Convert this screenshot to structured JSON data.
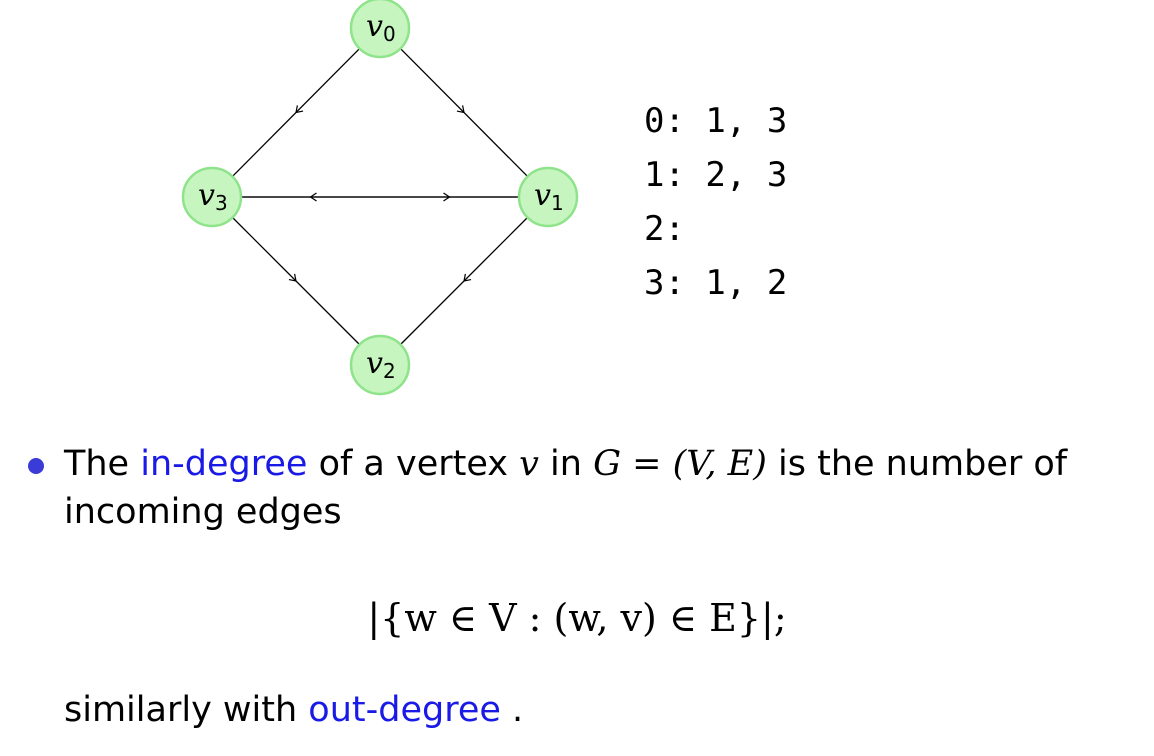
{
  "graph": {
    "nodes": [
      {
        "label": "v",
        "sub": "0"
      },
      {
        "label": "v",
        "sub": "1"
      },
      {
        "label": "v",
        "sub": "2"
      },
      {
        "label": "v",
        "sub": "3"
      }
    ],
    "edges": [
      {
        "from": 0,
        "to": 1
      },
      {
        "from": 0,
        "to": 3
      },
      {
        "from": 1,
        "to": 2
      },
      {
        "from": 1,
        "to": 3
      },
      {
        "from": 3,
        "to": 1
      },
      {
        "from": 3,
        "to": 2
      }
    ],
    "colors": {
      "node_fill": "#c6f5c0",
      "node_stroke": "#8fe38a",
      "edge": "#000000"
    }
  },
  "adjacency": [
    "0: 1, 3",
    "1: 2, 3",
    "2:",
    "3: 1, 2"
  ],
  "bullet": {
    "p1": "The ",
    "in_degree": "in-degree",
    "p2": " of a vertex ",
    "v": "v",
    "p3": " in ",
    "gexpr": "G = (V, E)",
    "p4": " is the number of incoming edges"
  },
  "formula": "|{w ∈ V : (w, v) ∈ E}|;",
  "closing": {
    "p1": "similarly with ",
    "out_degree": "out-degree",
    "p2": " ."
  },
  "accent_color": "#1a1ae6"
}
